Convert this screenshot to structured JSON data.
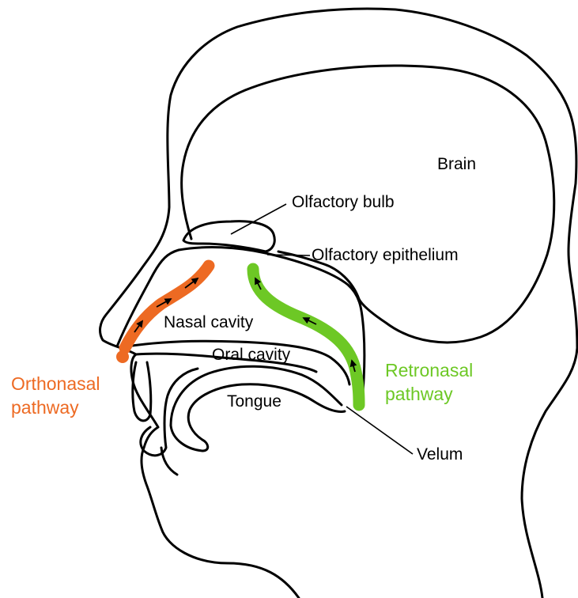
{
  "labels": {
    "brain": "Brain",
    "olfactory_bulb": "Olfactory bulb",
    "olfactory_epithelium": "Olfactory epithelium",
    "nasal_cavity": "Nasal cavity",
    "oral_cavity": "Oral cavity",
    "tongue": "Tongue",
    "velum": "Velum"
  },
  "pathways": {
    "orthonasal": {
      "line1": "Orthonasal",
      "line2": "pathway",
      "color": "#ED6A23"
    },
    "retronasal": {
      "line1": "Retronasal",
      "line2": "pathway",
      "color": "#6DC825"
    }
  }
}
